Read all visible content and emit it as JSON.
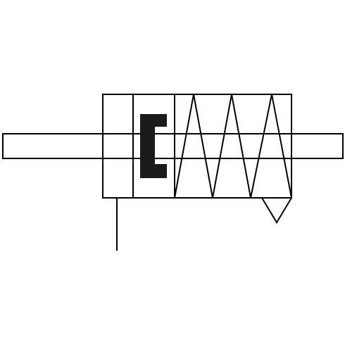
{
  "diagram": {
    "kind": "pneumatic-valve-symbol",
    "colors": {
      "background": "#ffffff",
      "line": "#000000",
      "fill": "#1a1a1a"
    },
    "components": [
      {
        "name": "valve-body"
      },
      {
        "name": "spool-rod"
      },
      {
        "name": "actuator-block"
      },
      {
        "name": "spring"
      },
      {
        "name": "exhaust-triangle"
      },
      {
        "name": "port-line"
      }
    ]
  }
}
